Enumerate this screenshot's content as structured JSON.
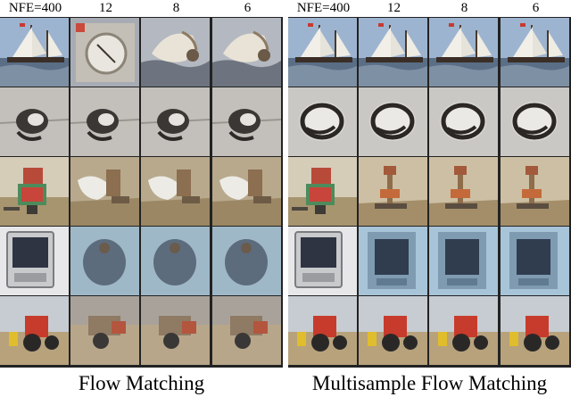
{
  "figure": {
    "left_panel": {
      "caption": "Flow Matching",
      "column_headers": [
        "NFE=400",
        "12",
        "8",
        "6"
      ]
    },
    "right_panel": {
      "caption": "Multisample Flow Matching",
      "column_headers": [
        "NFE=400",
        "12",
        "8",
        "6"
      ]
    }
  }
}
